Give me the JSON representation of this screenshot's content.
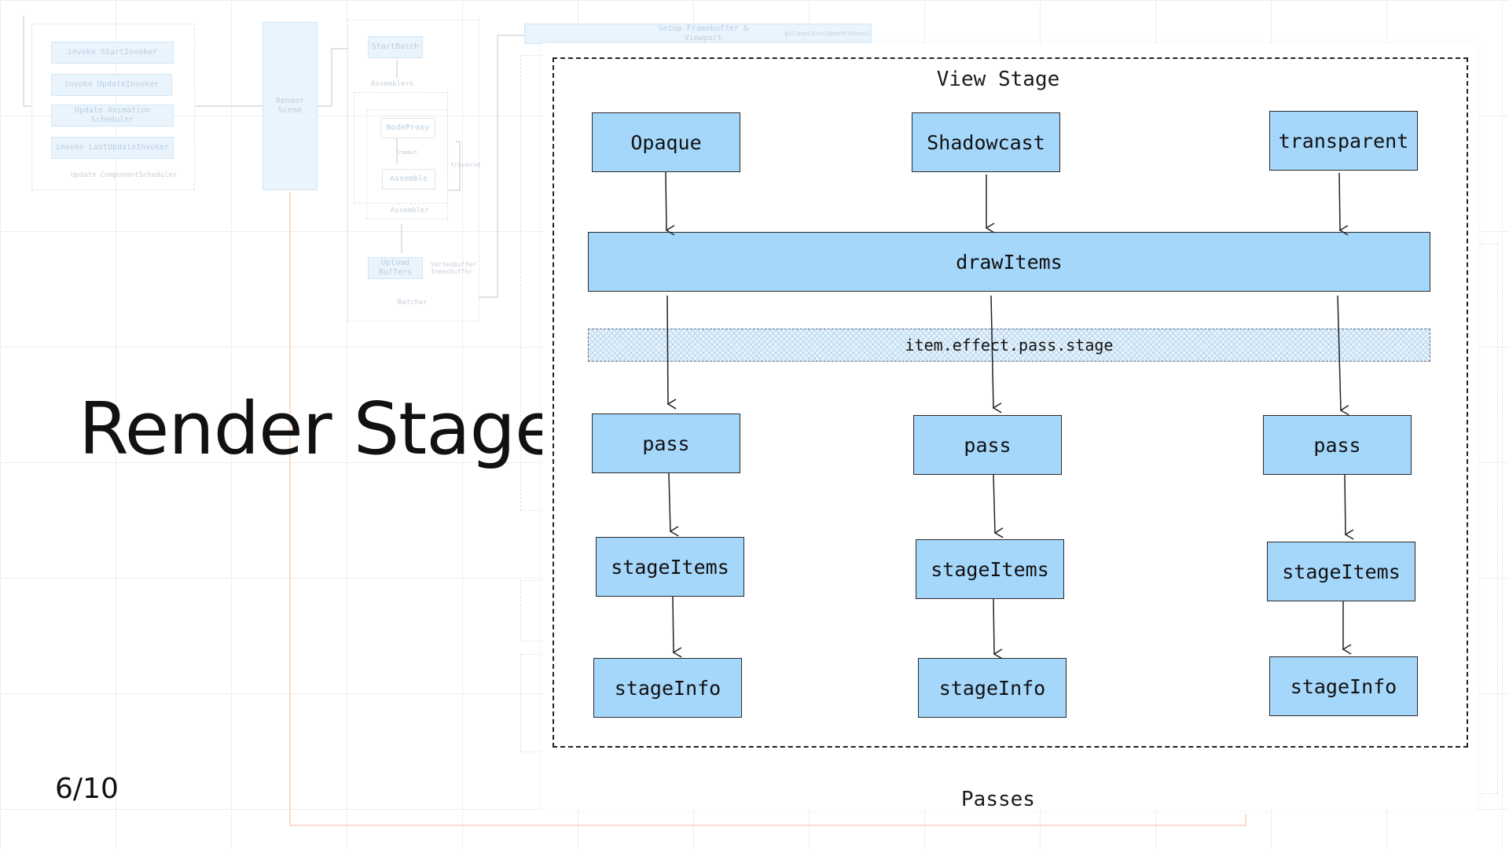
{
  "slide": {
    "title": "Render Stage",
    "page_number": "6/10"
  },
  "background_pipeline": {
    "invokers": [
      "invoke StartInvoker",
      "invoke UpdateInvoker",
      "Update Animation Scheduler",
      "invoke LastUpdateInvoker"
    ],
    "invokers_caption": "Update ComponentScheduler",
    "render_scene": "Render Scene",
    "start_batch": "StartBatch",
    "assemblers": "Assemblers",
    "node_proxy": "NodeProxy",
    "commit": "commit",
    "assemble": "Assemble",
    "traverse": "traverse",
    "assembler": "Assembler",
    "upload_buffers": "Upload Buffers",
    "buffers_note": "Vertexbuffer Indexbuffer",
    "batcher": "Batcher",
    "setup": "Setup Framebuffer & Viewport",
    "setup_note": "glClearColor/Depth/Stencil"
  },
  "diagram": {
    "view_stage_label": "View Stage",
    "passes_label": "Passes",
    "sources": [
      "Opaque",
      "Shadowcast",
      "transparent"
    ],
    "draw_items": "drawItems",
    "selector": "item.effect.pass.stage",
    "columns": [
      {
        "pass": "pass",
        "stage_items": "stageItems",
        "stage_info": "stageInfo"
      },
      {
        "pass": "pass",
        "stage_items": "stageItems",
        "stage_info": "stageInfo"
      },
      {
        "pass": "pass",
        "stage_items": "stageItems",
        "stage_info": "stageInfo"
      }
    ]
  },
  "colors": {
    "node_fill": "#a5d7fb",
    "node_border": "#2a2a2a",
    "faded_fill": "#e9f4fd",
    "loop_line": "#f6c8b0"
  }
}
